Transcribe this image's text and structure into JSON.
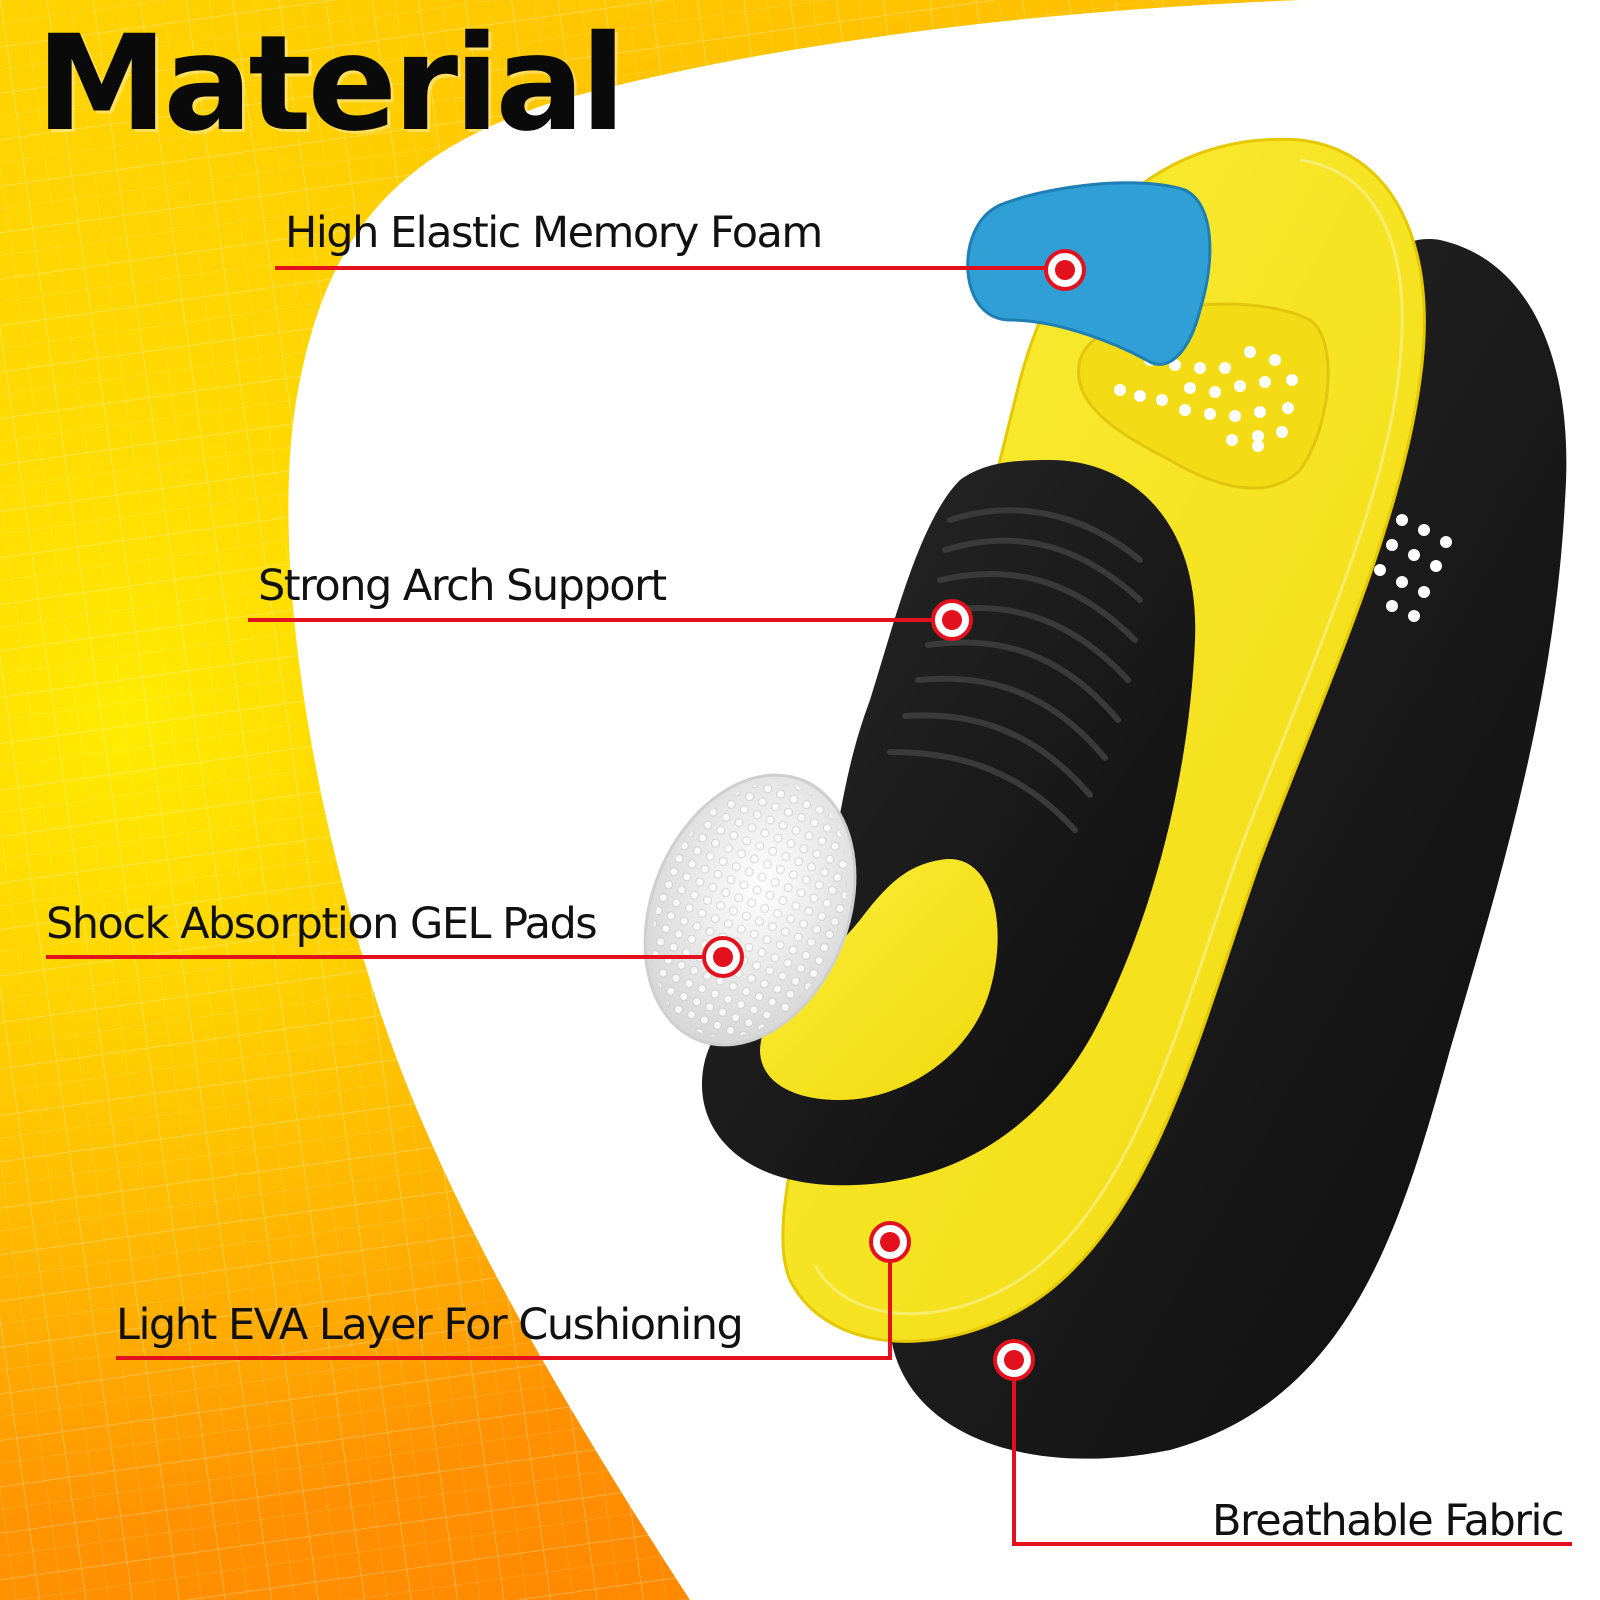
{
  "title": "Material",
  "colors": {
    "accent_line": "#e3101d",
    "background_orange": "#ff9a00",
    "background_yellow": "#ffd600",
    "insole_yellow": "#f6e61e",
    "fabric_black": "#151515",
    "foam_blue": "#2f9fd6",
    "gel_white": "#ececec"
  },
  "callouts": [
    {
      "id": "memory-foam",
      "text": "High Elastic Memory Foam"
    },
    {
      "id": "arch-support",
      "text": "Strong Arch Support"
    },
    {
      "id": "gel-pads",
      "text": "Shock Absorption GEL Pads"
    },
    {
      "id": "eva-layer",
      "text": "Light EVA Layer For Cushioning"
    },
    {
      "id": "breathable-fabric",
      "text": "Breathable Fabric"
    }
  ]
}
